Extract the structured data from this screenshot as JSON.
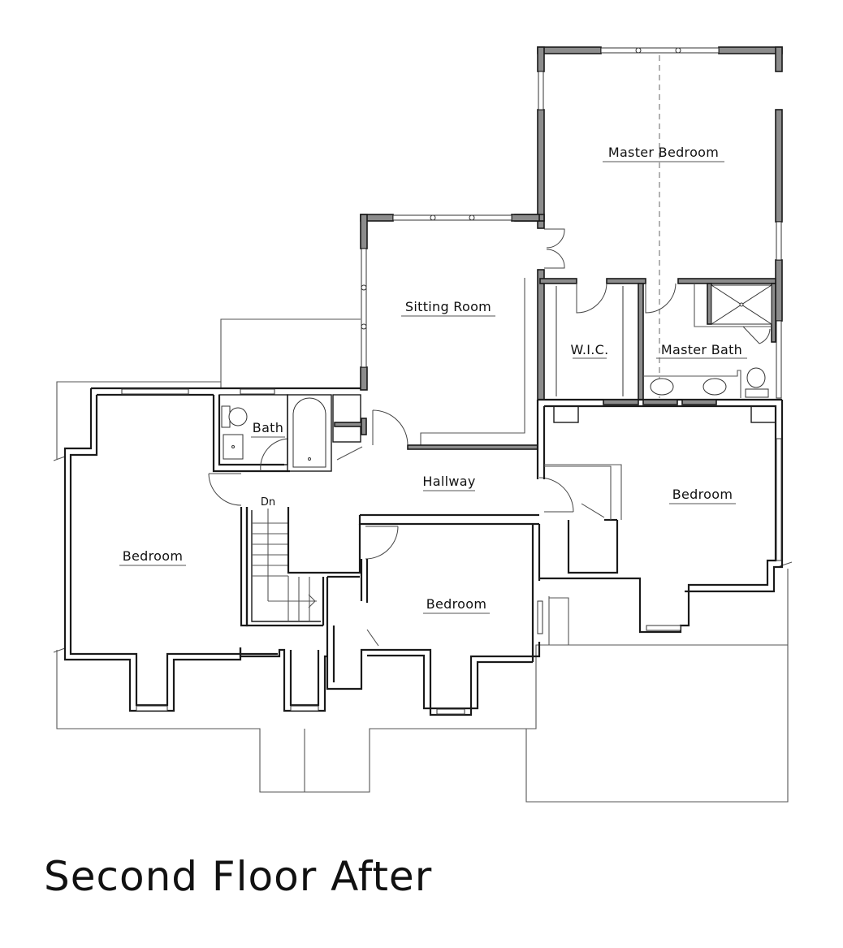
{
  "title": "Second Floor After",
  "rooms": {
    "master_bedroom": "Master Bedroom",
    "sitting_room": "Sitting Room",
    "wic": "W.I.C.",
    "master_bath": "Master Bath",
    "bath": "Bath",
    "hallway": "Hallway",
    "bedroom_west": "Bedroom",
    "bedroom_center": "Bedroom",
    "bedroom_east": "Bedroom"
  },
  "stair_label": "Dn"
}
